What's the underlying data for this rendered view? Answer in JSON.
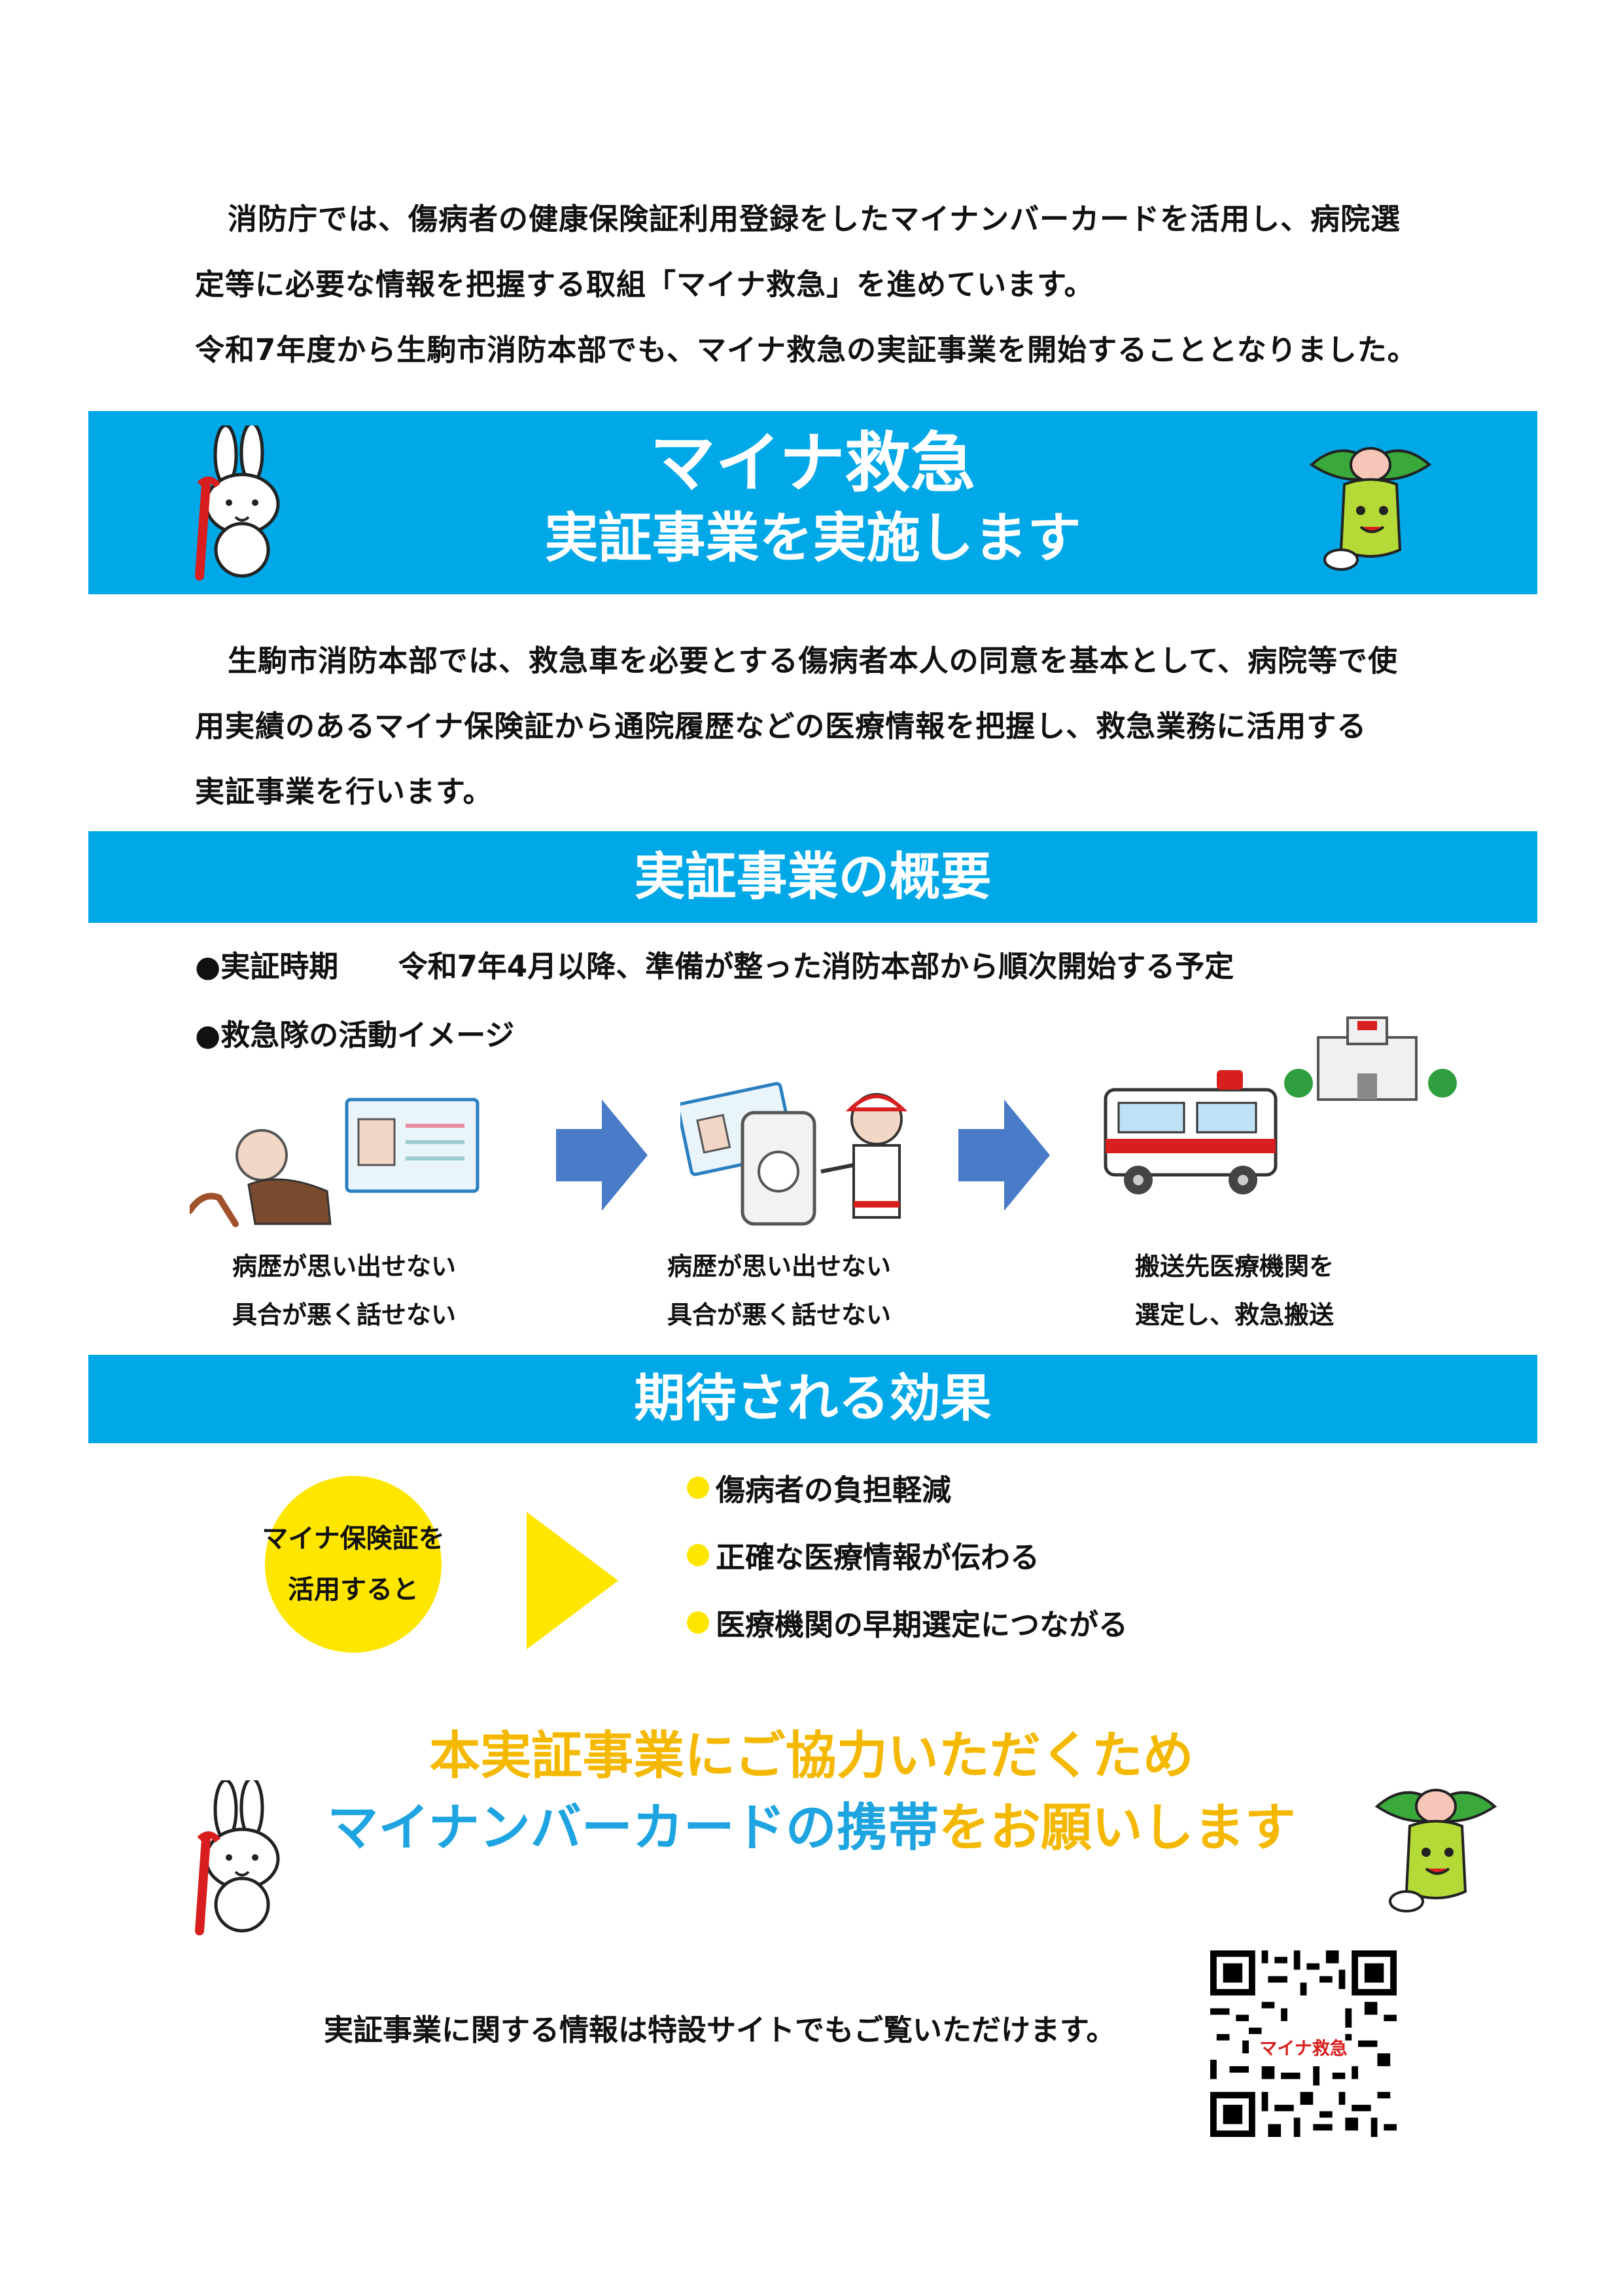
{
  "intro": {
    "line1": "消防庁では、傷病者の健康保険証利用登録をしたマイナンバーカードを活用し、病院選",
    "line2": "定等に必要な情報を把握する取組「マイナ救急」を進めています。",
    "line3": "令和7年度から生駒市消防本部でも、マイナ救急の実証事業を開始することとなりました。"
  },
  "hero": {
    "title": "マイナ救急",
    "subtitle": "実証事業を実施します"
  },
  "description": {
    "line1": "生駒市消防本部では、救急車を必要とする傷病者本人の同意を基本として、病院等で使",
    "line2": "用実績のあるマイナ保険証から通院履歴などの医療情報を把握し、救急業務に活用する",
    "line3": "実証事業を行います。"
  },
  "overview": {
    "heading": "実証事業の概要",
    "period_label": "●実証時期",
    "period_value": "令和7年4月以降、準備が整った消防本部から順次開始する予定",
    "image_label": "●救急隊の活動イメージ"
  },
  "flow": {
    "step1": {
      "line1": "病歴が思い出せない",
      "line2": "具合が悪く話せない"
    },
    "step2": {
      "line1": "病歴が思い出せない",
      "line2": "具合が悪く話せない"
    },
    "step3": {
      "line1": "搬送先医療機関を",
      "line2": "選定し、救急搬送"
    }
  },
  "effects": {
    "heading": "期待される効果",
    "circle_line1": "マイナ保険証を",
    "circle_line2": "活用すると",
    "items": [
      "傷病者の負担軽減",
      "正確な医療情報が伝わる",
      "医療機関の早期選定につながる"
    ]
  },
  "cta": {
    "line1": "本実証事業にご協力いただくため",
    "line2_blue": "マイナンバーカードの携帯",
    "line2_yellow": "をお願いします"
  },
  "footer": {
    "text": "実証事業に関する情報は特設サイトでもご覧いただけます。",
    "qr_label": "マイナ救急"
  },
  "colors": {
    "band_blue": "#00a8e8",
    "arrow_blue": "#4a7bc8",
    "yellow": "#ffe600",
    "cta_yellow": "#f5b800",
    "cta_blue": "#1ea4e0"
  }
}
